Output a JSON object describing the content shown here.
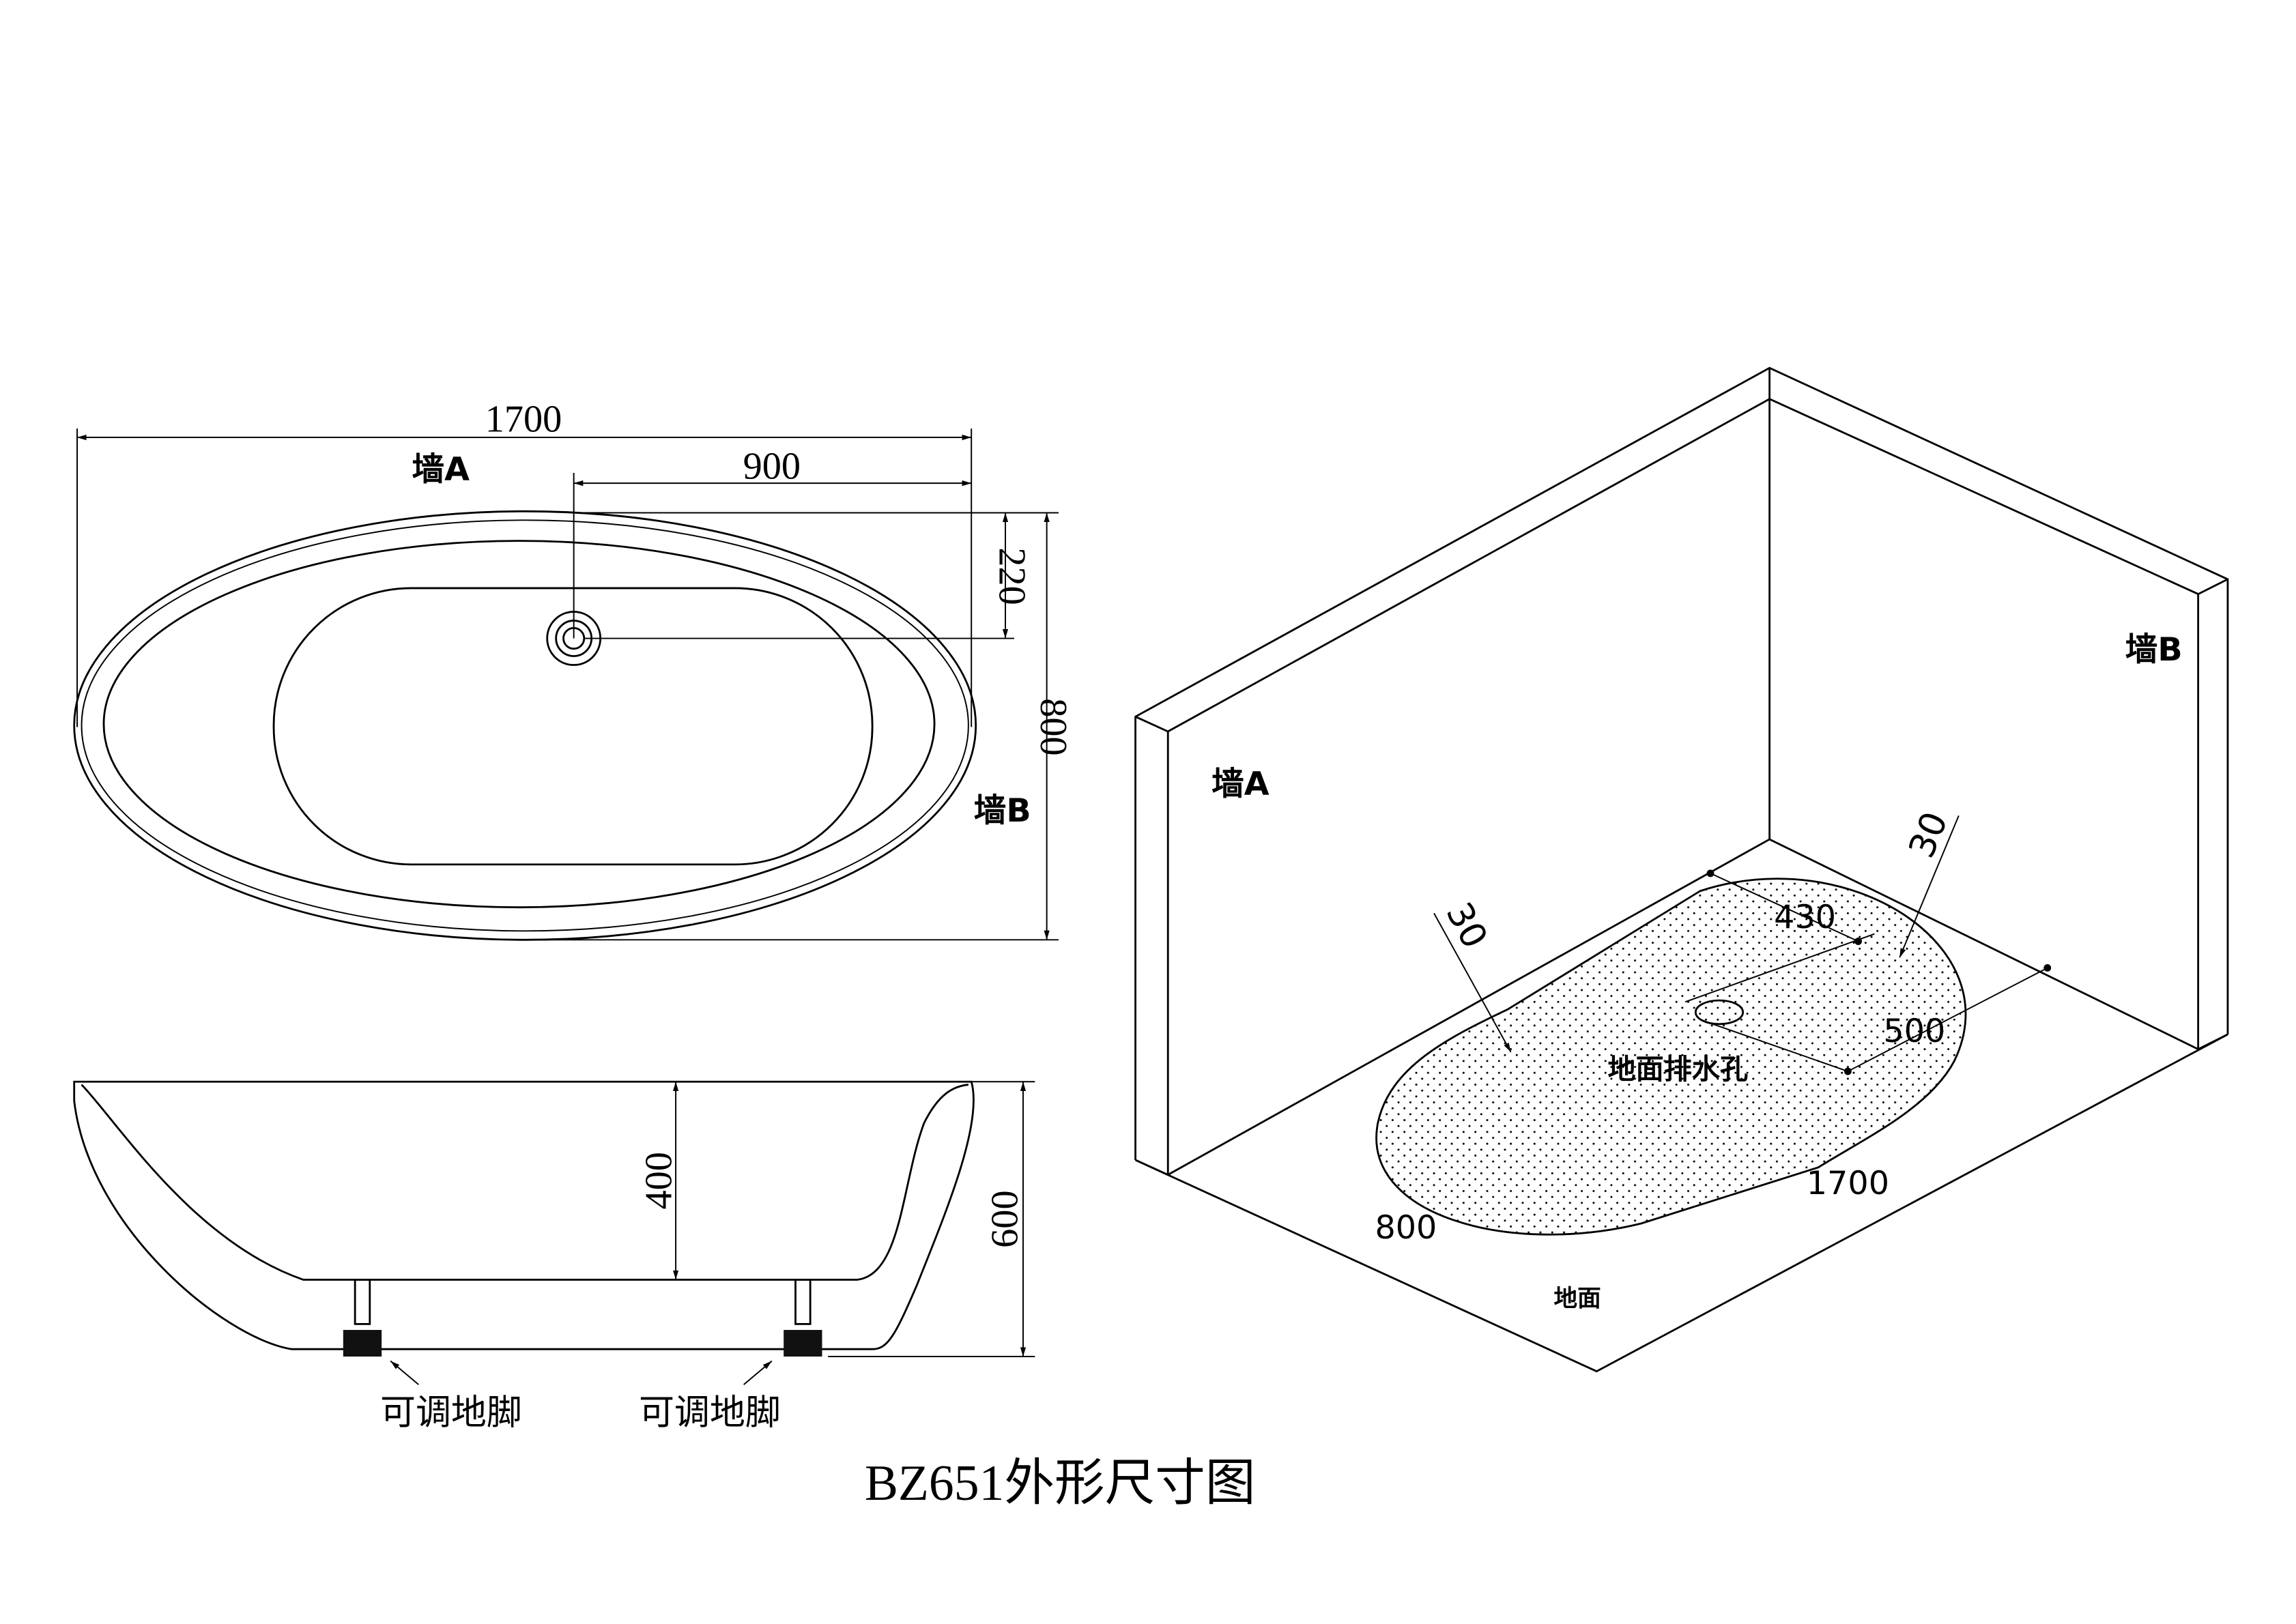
{
  "title": "BZ651外形尺寸图",
  "top_view": {
    "width_dim": "1700",
    "drain_offset_x": "900",
    "drain_offset_y": "220",
    "depth_dim": "800",
    "wall_a": "墙A",
    "wall_b": "墙B"
  },
  "side_view": {
    "inner_depth": "400",
    "height": "600",
    "foot_label_left": "可调地脚",
    "foot_label_right": "可调地脚"
  },
  "iso_view": {
    "wall_a": "墙A",
    "wall_b": "墙B",
    "gap_a": "30",
    "gap_b": "30",
    "drain_x": "430",
    "drain_y": "500",
    "drain_label": "地面排水孔",
    "length": "1700",
    "width": "800",
    "floor": "地面"
  }
}
